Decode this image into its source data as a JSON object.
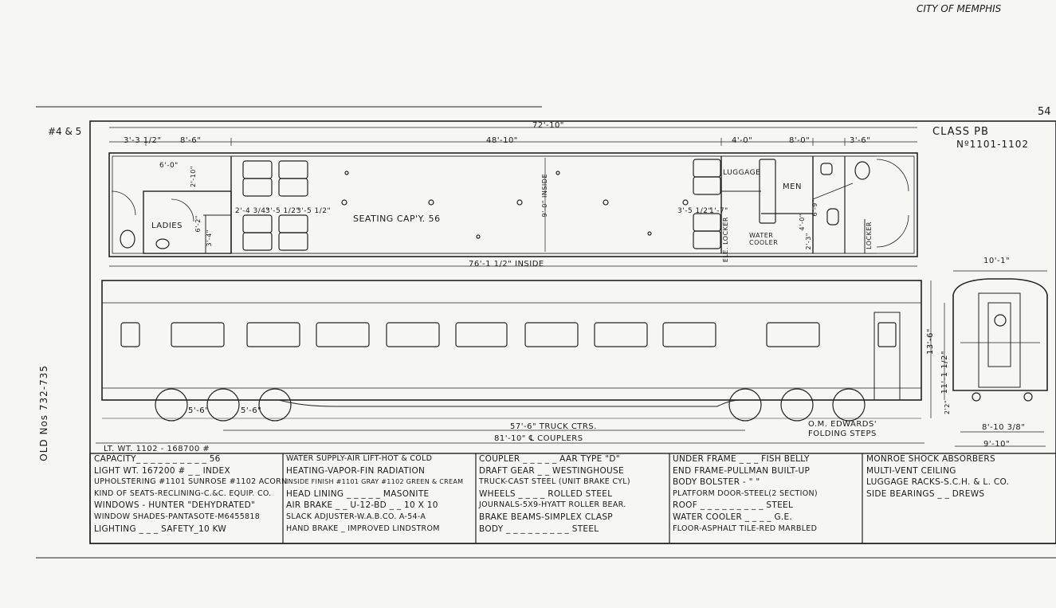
{
  "header": {
    "city": "CITY OF MEMPHIS",
    "page_num": "54",
    "car_num": "#4 & 5",
    "class_line": "CLASS PB",
    "car_numbers": "Nº1101-1102",
    "old_nos": "OLD Nos 732-735"
  },
  "plan": {
    "overall_length": "72'-10\"",
    "dim_3_3": "3'-3 1/2\"",
    "dim_8_6": "8'-6\"",
    "dim_48_10": "48'-10\"",
    "dim_4_0": "4'-0\"",
    "dim_8_0": "8'-0\"",
    "dim_3_6": "3'-6\"",
    "dim_6_0": "6'-0\"",
    "dim_2_10": "2'-10\"",
    "dim_2_4": "2'-4 3/4\"",
    "dim_3_5a": "3'-5 1/2\"",
    "dim_3_5b": "3'-5 1/2\"",
    "dim_3_5c": "3'-5 1/2\"",
    "dim_1_7": "1'-7\"",
    "dim_6_2": "6'-2\"",
    "dim_3_4": "3'-4\"",
    "dim_inside_width": "9'-0\" INSIDE",
    "dim_6_9": "6'-9\"",
    "dim_4_0b": "4'-0\"",
    "dim_2_3": "2'-3\"",
    "inside_length": "76'-1 1/2\" INSIDE",
    "seating": "SEATING CAP'Y. 56",
    "ladies": "LADIES",
    "luggage": "LUGGAGE",
    "men": "MEN",
    "water_cooler": "WATER COOLER",
    "elec_locker": "ELE. LOCKER",
    "locker": "LOCKER"
  },
  "elevation": {
    "truck_dim_a": "5'-6\"",
    "truck_dim_b": "5'-6\"",
    "truck_centers": "57'-6\" TRUCK CTRS.",
    "couplers": "81'-10\" ℄ COUPLERS",
    "height": "13'-6\"",
    "side_height": "11'-1 1/2\"",
    "wheel_height": "2'2\"",
    "steps_note_1": "O.M. EDWARDS'",
    "steps_note_2": "FOLDING STEPS",
    "end_width": "10'-1\"",
    "truck_width": "8'-10 3/8\"",
    "overall_width": "9'-10\"",
    "light_weight_note": "LT. WT. 1102 - 168700 #"
  },
  "specs": {
    "col1": [
      "CAPACITY_ _ _ _ _ _ _ _ _ _ 56",
      "LIGHT WT. 167200 # _ _ INDEX",
      "UPHOLSTERING #1101 SUNROSE #1102 ACORN",
      "KIND OF SEATS-RECLINING-C.&C. EQUIP. CO.",
      "WINDOWS - HUNTER \"DEHYDRATED\"",
      "WINDOW SHADES-PANTASOTE-M6455818",
      "LIGHTING _ _ _ SAFETY_10 KW"
    ],
    "col2": [
      "WATER SUPPLY-AIR LIFT-HOT & COLD",
      "HEATING-VAPOR-FIN RADIATION",
      "INSIDE FINISH #1101 GRAY #1102 GREEN & CREAM",
      "HEAD LINING _ _ _ _ _ MASONITE",
      "AIR BRAKE _ _ U-12-BD _ _ 10 X 10",
      "SLACK ADJUSTER-W.A.B.CO. A-54-A",
      "HAND BRAKE _ IMPROVED LINDSTROM"
    ],
    "col3": [
      "COUPLER _ _ _ _ _ AAR TYPE \"D\"",
      "DRAFT GEAR _ _ WESTINGHOUSE",
      "TRUCK-CAST STEEL (UNIT BRAKE CYL)",
      "WHEELS _ _ _ _ ROLLED STEEL",
      "JOURNALS-5X9-HYATT ROLLER BEAR.",
      "BRAKE BEAMS-SIMPLEX CLASP",
      "BODY _ _ _ _ _ _ _ _ _ STEEL"
    ],
    "col4": [
      "UNDER FRAME _ _ _ FISH BELLY",
      "END FRAME-PULLMAN BUILT-UP",
      "BODY BOLSTER - \" \"",
      "PLATFORM DOOR-STEEL(2 SECTION)",
      "ROOF _ _ _ _ _ _ _ _ _ STEEL",
      "WATER COOLER _ _ _ _ G.E.",
      "FLOOR-ASPHALT TILE-RED MARBLED"
    ],
    "col5": [
      "MONROE SHOCK ABSORBERS",
      "MULTI-VENT CEILING",
      "LUGGAGE RACKS-S.C.H. & L. CO.",
      "SIDE BEARINGS _ _ DREWS"
    ]
  }
}
